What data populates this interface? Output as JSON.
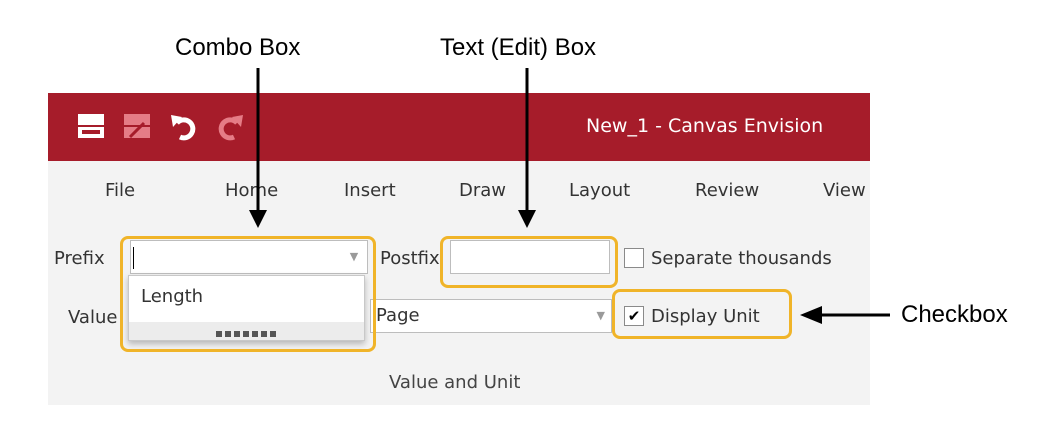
{
  "annotations": {
    "combo_box": "Combo Box",
    "text_box": "Text (Edit) Box",
    "checkbox": "Checkbox"
  },
  "window": {
    "title": "New_1 - Canvas Envision",
    "titlebar_color": "#a61c2a",
    "quick_access_icons": [
      "save-icon",
      "save-as-icon",
      "undo-icon",
      "redo-icon"
    ]
  },
  "menu": {
    "items": [
      "File",
      "Home",
      "Insert",
      "Draw",
      "Layout",
      "Review",
      "View"
    ]
  },
  "ribbon": {
    "prefix_label": "Prefix",
    "prefix_value": "",
    "postfix_label": "Postfix",
    "postfix_value": "",
    "separate_thousands_label": "Separate thousands",
    "separate_thousands_checked": false,
    "value_label": "Value",
    "value_dropdown_selected": "Page",
    "display_unit_label": "Display Unit",
    "display_unit_checked": true,
    "check_glyph": "✔",
    "group_label": "Value and Unit",
    "prefix_dropdown_options": [
      "Length"
    ]
  },
  "highlight_color": "#f0b429"
}
